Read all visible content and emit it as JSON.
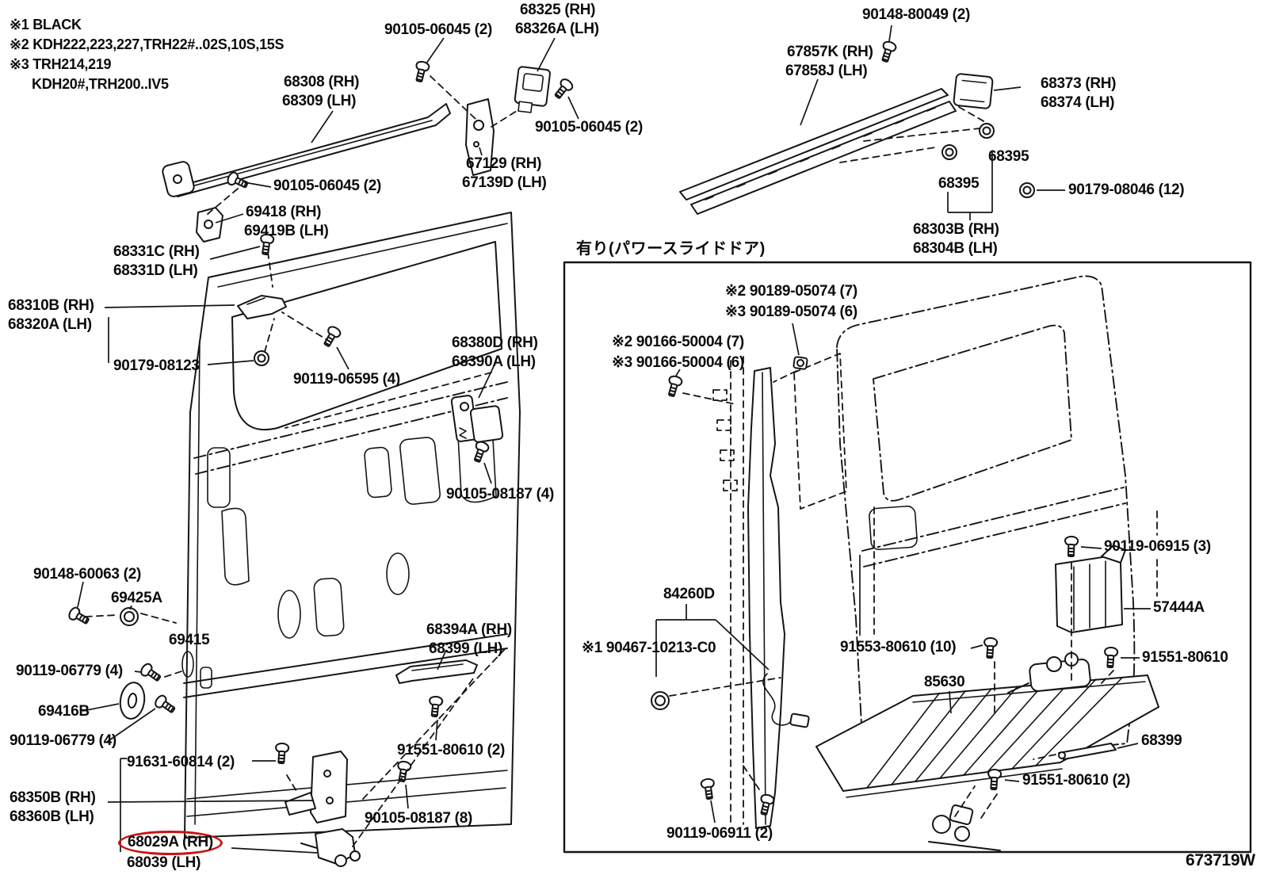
{
  "page": {
    "background": "#ffffff",
    "diagram_code": "673719W"
  },
  "notes": [
    {
      "text": "※1 BLACK"
    },
    {
      "text": "※2 KDH222,223,227,TRH22#..02S,10S,15S"
    },
    {
      "text": "※3 TRH214,219"
    },
    {
      "text": "KDH20#,TRH200..IV5"
    }
  ],
  "power_slide_door_section": {
    "caption": "有り(パワースライドドア)"
  },
  "highlight": {
    "part_label": "68029A (RH)",
    "color": "#cc1111"
  },
  "labels": [
    {
      "text": "90105-06045 (2)"
    },
    {
      "text": "68325 (RH)"
    },
    {
      "text": "68326A (LH)"
    },
    {
      "text": "68308 (RH)"
    },
    {
      "text": "68309 (LH)"
    },
    {
      "text": "90105-06045 (2)"
    },
    {
      "text": "67129 (RH)"
    },
    {
      "text": "67139D (LH)"
    },
    {
      "text": "90105-06045 (2)"
    },
    {
      "text": "69418 (RH)"
    },
    {
      "text": "69419B (LH)"
    },
    {
      "text": "68331C (RH)"
    },
    {
      "text": "68331D (LH)"
    },
    {
      "text": "68310B (RH)"
    },
    {
      "text": "68320A (LH)"
    },
    {
      "text": "90179-08123"
    },
    {
      "text": "90119-06595 (4)"
    },
    {
      "text": "68380D (RH)"
    },
    {
      "text": "68390A (LH)"
    },
    {
      "text": "90105-08187 (4)"
    },
    {
      "text": "90148-60063 (2)"
    },
    {
      "text": "69425A"
    },
    {
      "text": "69415"
    },
    {
      "text": "68394A (RH)"
    },
    {
      "text": "68399 (LH)"
    },
    {
      "text": "90119-06779 (4)"
    },
    {
      "text": "69416B"
    },
    {
      "text": "90119-06779 (4)"
    },
    {
      "text": "91631-60814 (2)"
    },
    {
      "text": "68350B (RH)"
    },
    {
      "text": "68360B (LH)"
    },
    {
      "text": "68029A (RH)"
    },
    {
      "text": "68039 (LH)"
    },
    {
      "text": "91551-80610 (2)"
    },
    {
      "text": "90105-08187 (8)"
    },
    {
      "text": "90148-80049 (2)"
    },
    {
      "text": "67857K (RH)"
    },
    {
      "text": "67858J (LH)"
    },
    {
      "text": "68373 (RH)"
    },
    {
      "text": "68374 (LH)"
    },
    {
      "text": "68395"
    },
    {
      "text": "68395"
    },
    {
      "text": "90179-08046 (12)"
    },
    {
      "text": "68303B (RH)"
    },
    {
      "text": "68304B (LH)"
    },
    {
      "text": "※2 90189-05074 (7)"
    },
    {
      "text": "※3 90189-05074 (6)"
    },
    {
      "text": "※2 90166-50004 (7)"
    },
    {
      "text": "※3 90166-50004 (6)"
    },
    {
      "text": "84260D"
    },
    {
      "text": "※1 90467-10213-C0"
    },
    {
      "text": "91553-80610 (10)"
    },
    {
      "text": "85630"
    },
    {
      "text": "90119-06915 (3)"
    },
    {
      "text": "57444A"
    },
    {
      "text": "91551-80610"
    },
    {
      "text": "68399"
    },
    {
      "text": "91551-80610 (2)"
    },
    {
      "text": "90119-06911 (2)"
    }
  ]
}
